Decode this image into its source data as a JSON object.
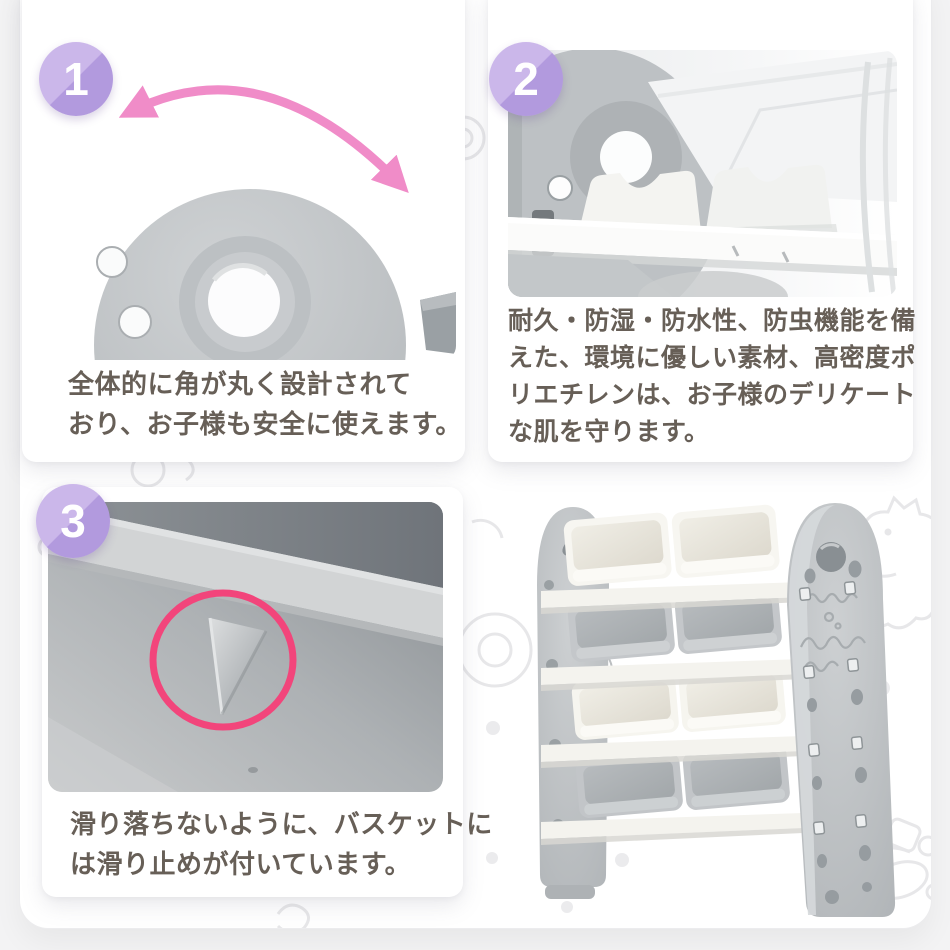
{
  "theme": {
    "outer_background": "#f3f3f4",
    "page_background": "#ffffff",
    "card_background": "#ffffff",
    "caption_text_color": "#675f57",
    "badge_purple_light": "#cbb7ea",
    "badge_purple_dark": "#b29ade",
    "badge_number_color": "#ffffff",
    "arrow_pink": "#f08cc8",
    "highlight_ring_pink": "#f2457b",
    "product_gray": "#bcc0c3"
  },
  "sections": [
    {
      "number": "1",
      "caption_lines": [
        "全体的に角が丸く設計されて",
        "おり、お子様も安全に使えます。"
      ],
      "photo": "rounded-corner-side-panel-closeup"
    },
    {
      "number": "2",
      "caption_lines": [
        "耐久・防湿・防水性、防虫機能を備",
        "えた、環境に優しい素材、高密度ポ",
        "リエチレンは、お子様のデリケート",
        "な肌を守ります。"
      ],
      "photo": "shelf-rail-and-bins-closeup"
    },
    {
      "number": "3",
      "caption_lines": [
        "滑り落ちないように、バスケットに",
        "は滑り止めが付いています。"
      ],
      "photo": "anti-slip-stopper-closeup"
    }
  ],
  "product_photo": {
    "description": "4-tier-toy-storage-rack-with-white-and-gray-bins"
  }
}
